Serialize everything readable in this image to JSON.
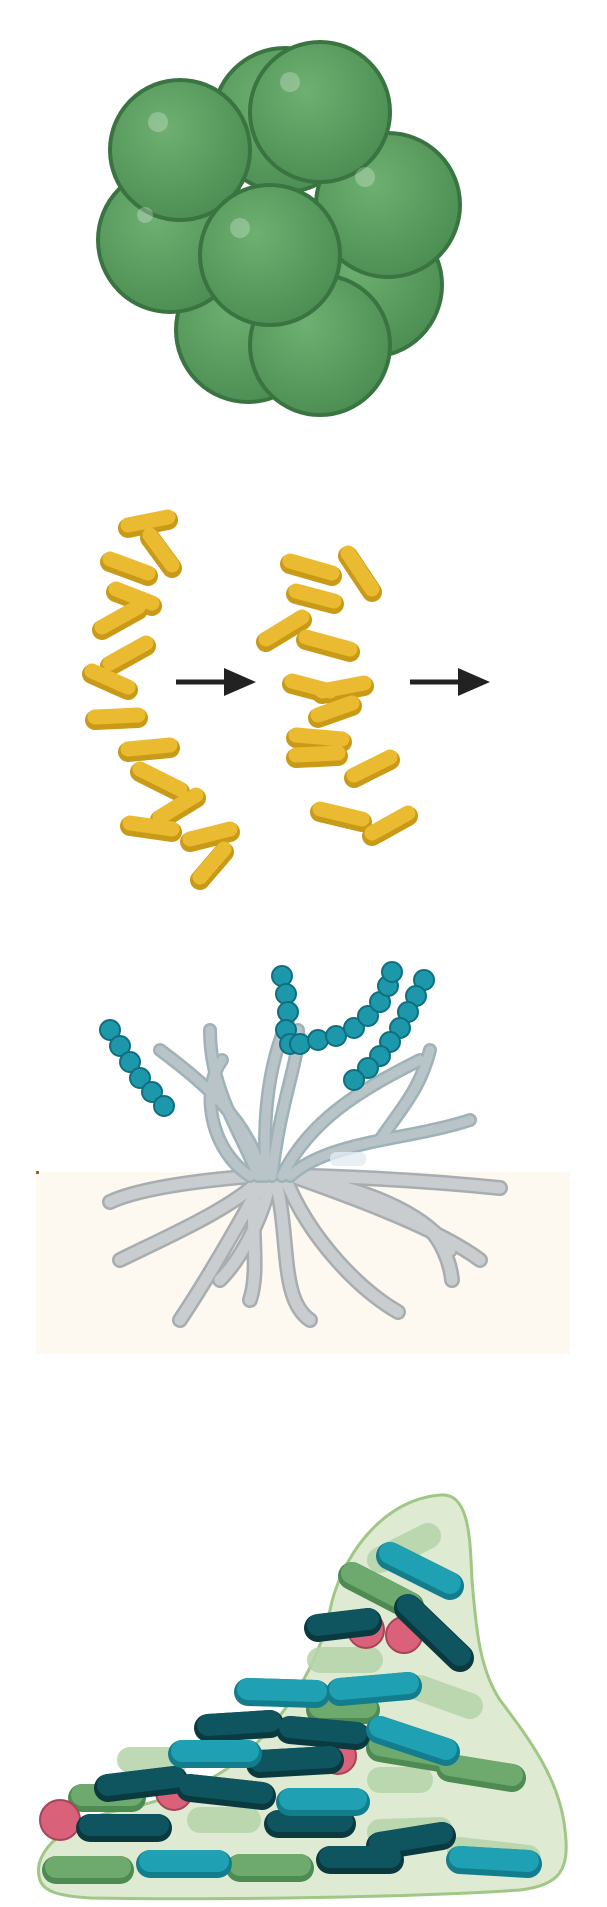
{
  "figure": {
    "panels": [
      {
        "id": "cell-cluster",
        "kind": "coccoid cell cluster"
      },
      {
        "id": "chain-division",
        "kind": "rod chains dividing",
        "arrows": 2
      },
      {
        "id": "filamentous",
        "kind": "branching filamentous growth with substrate"
      },
      {
        "id": "biofilm",
        "kind": "mixed-species biofilm"
      }
    ],
    "colors": {
      "green_cell": "#5a9e62",
      "green_dark": "#3f7d46",
      "yellow_rod": "#e8b92c",
      "yellow_shadow": "#c99a18",
      "arrow": "#222222",
      "teal": "#1d97aa",
      "teal_dark": "#0f6f80",
      "grey_hyphae": "#c4c8ca",
      "substrate": "#fdf9f1",
      "biofilm_matrix": "#dfead2",
      "biofilm_outline": "#9fc785",
      "dark_rod": "#0e4d55",
      "pink_cell": "#d9627a",
      "light_green_rod": "#9cc892",
      "green_rod": "#5e9e61"
    }
  }
}
